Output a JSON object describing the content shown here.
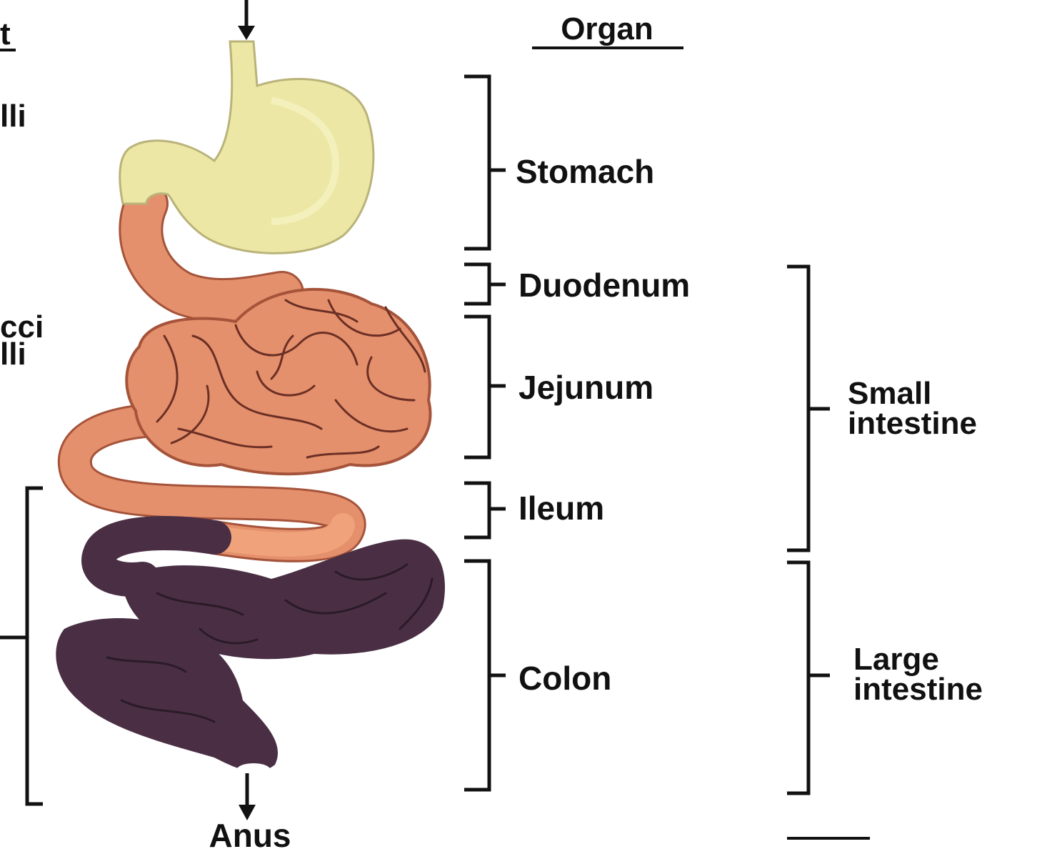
{
  "colors": {
    "stomach": "#ece7a4",
    "small_intestine": "#e5906c",
    "ileum_end": "#f0a37a",
    "large_intestine": "#4a2f44",
    "outline": "#a5533a",
    "ink": "#111111"
  },
  "left_partial": {
    "heading": "t",
    "line1": "lli",
    "line2a": "cci",
    "line2b": "lli"
  },
  "organ_heading": "Organ",
  "organs": {
    "stomach": "Stomach",
    "duodenum": "Duodenum",
    "jejunum": "Jejunum",
    "ileum": "Ileum",
    "colon": "Colon"
  },
  "regions": {
    "small_line1": "Small",
    "small_line2": "intestine",
    "large_line1": "Large",
    "large_line2": "intestine"
  },
  "anus": "Anus"
}
